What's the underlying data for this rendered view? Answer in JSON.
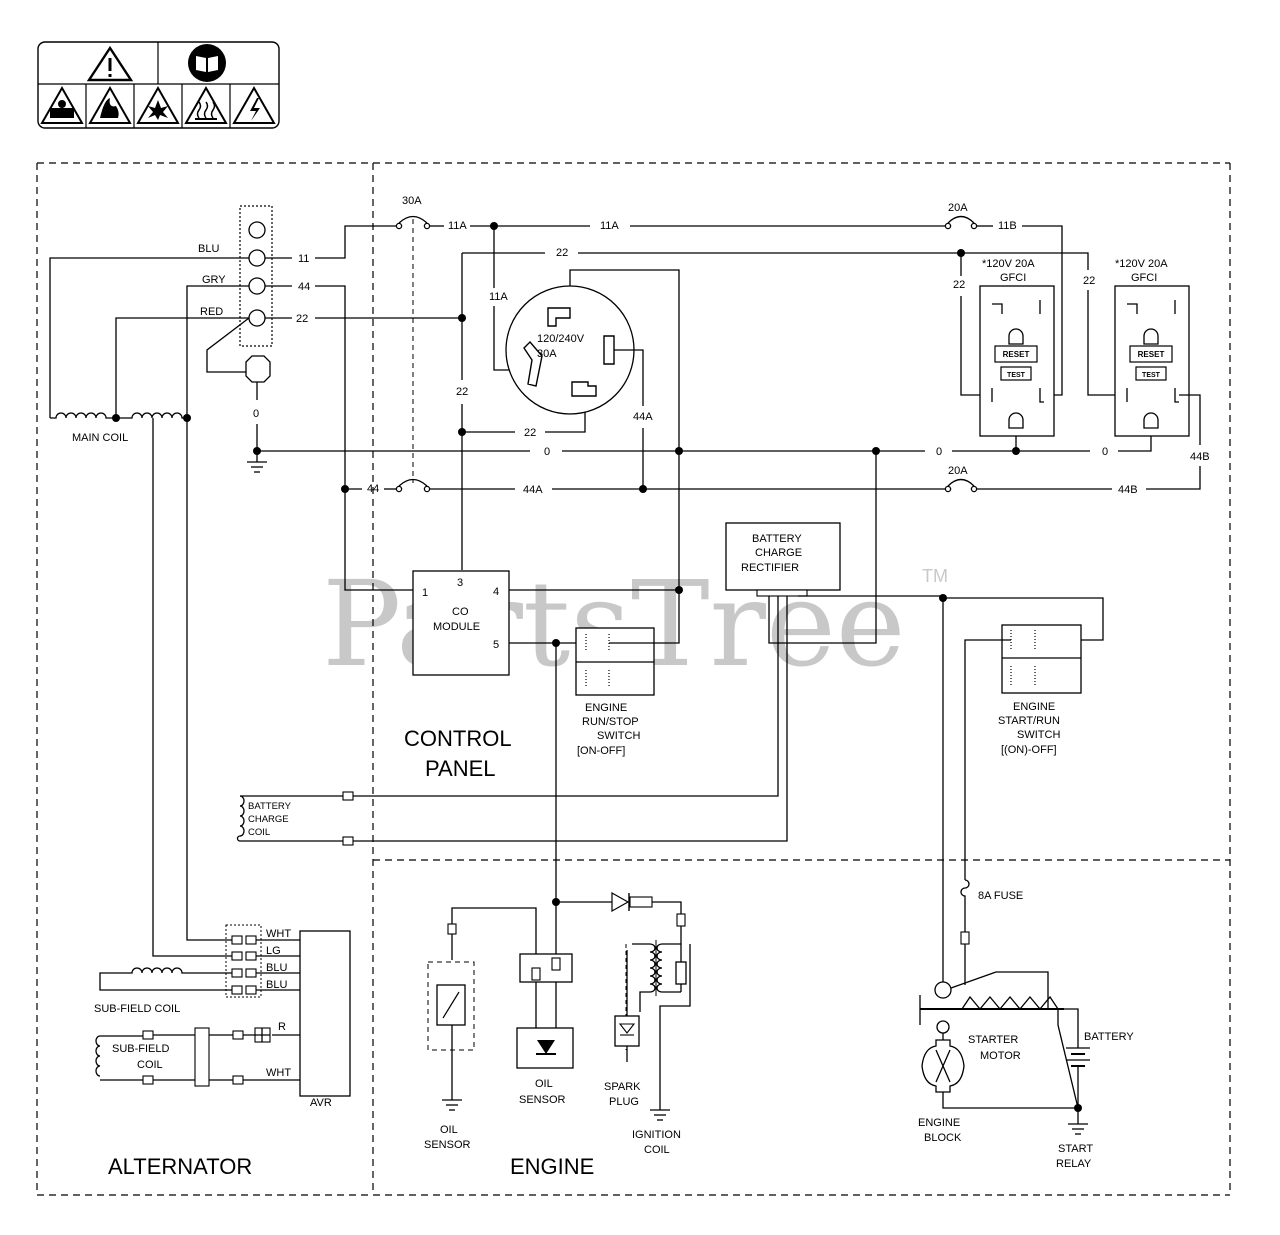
{
  "sections": {
    "alternator": "ALTERNATOR",
    "control_panel_1": "CONTROL",
    "control_panel_2": "PANEL",
    "engine": "ENGINE"
  },
  "watermark": {
    "text": "PartsTree",
    "tm": "TM"
  },
  "wires": {
    "blu": "BLU",
    "gry": "GRY",
    "red": "RED",
    "w11": "11",
    "w44": "44",
    "w22": "22",
    "w0": "0",
    "w11a": "11A",
    "w11b": "11B",
    "w44a": "44A",
    "w44b": "44B",
    "wht": "WHT",
    "lg": "LG",
    "r": "R"
  },
  "breakers": {
    "b30a": "30A",
    "b20a": "20A"
  },
  "labels": {
    "main_coil": "MAIN COIL",
    "outlet_240_1": "120/240V",
    "outlet_240_2": "30A",
    "gfci_1": "*120V 20A",
    "gfci_2": "GFCI",
    "reset": "RESET",
    "test": "TEST",
    "rectifier_1": "BATTERY",
    "rectifier_2": "CHARGE",
    "rectifier_3": "RECTIFIER",
    "co_1": "CO",
    "co_2": "MODULE",
    "co_p1": "1",
    "co_p3": "3",
    "co_p4": "4",
    "co_p5": "5",
    "runstop_1": "ENGINE",
    "runstop_2": "RUN/STOP",
    "runstop_3": "SWITCH",
    "runstop_4": "[ON-OFF]",
    "startrun_1": "ENGINE",
    "startrun_2": "START/RUN",
    "startrun_3": "SWITCH",
    "startrun_4": "[(ON)-OFF]",
    "bcc_1": "BATTERY",
    "bcc_2": "CHARGE",
    "bcc_3": "COIL",
    "subfield_1": "SUB-FIELD COIL",
    "subfield_2a": "SUB-FIELD",
    "subfield_2b": "COIL",
    "avr": "AVR",
    "oil_sensor_a1": "OIL",
    "oil_sensor_a2": "SENSOR",
    "oil_sensor_b1": "OIL",
    "oil_sensor_b2": "SENSOR",
    "spark_1": "SPARK",
    "spark_2": "PLUG",
    "ignition_1": "IGNITION",
    "ignition_2": "COIL",
    "fuse": "8A FUSE",
    "starter_1": "STARTER",
    "starter_2": "MOTOR",
    "battery": "BATTERY",
    "engine_block_1": "ENGINE",
    "engine_block_2": "BLOCK",
    "start_relay_1": "START",
    "start_relay_2": "RELAY"
  },
  "icons": [
    "warning-triangle-icon",
    "read-manual-icon",
    "toxic-fumes-icon",
    "fire-icon",
    "explosion-icon",
    "hot-surface-icon",
    "electric-shock-icon"
  ]
}
